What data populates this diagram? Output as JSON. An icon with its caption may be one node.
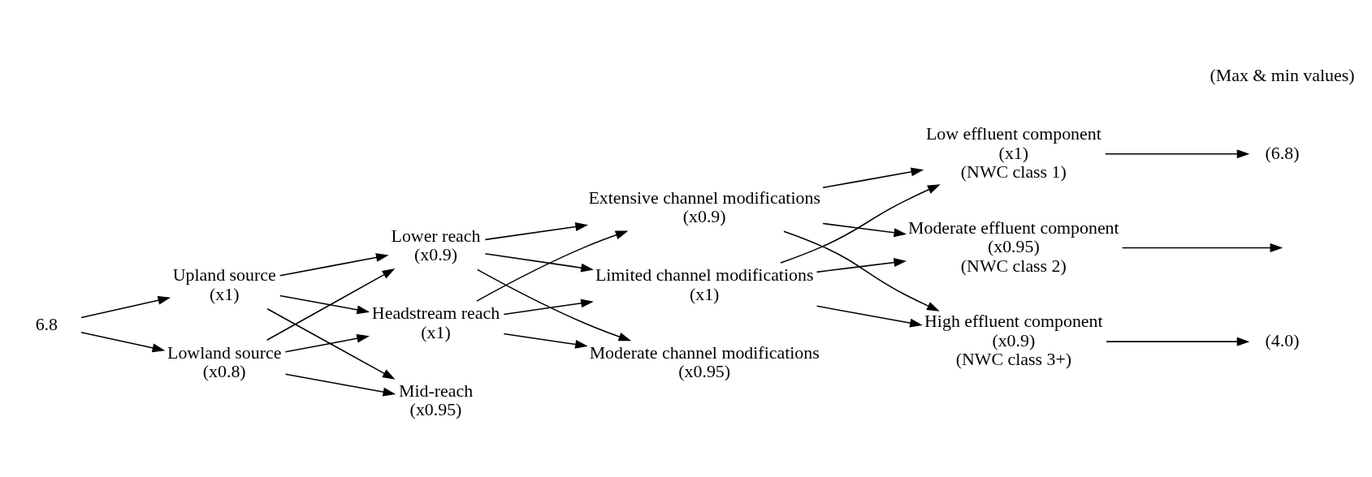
{
  "diagram": {
    "nodes": [
      {
        "text": [
          "6.8"
        ]
      },
      {
        "text": [
          "Upland source",
          "(x1)"
        ]
      },
      {
        "text": [
          "Lowland source",
          "(x0.8)"
        ]
      },
      {
        "text": [
          "Headstream reach",
          "(x1)"
        ]
      },
      {
        "text": [
          "Mid-reach",
          "(x0.95)"
        ]
      },
      {
        "text": [
          "Lower reach",
          "(x0.9)"
        ]
      },
      {
        "text": [
          "Limited channel modifications",
          "(x1)"
        ]
      },
      {
        "text": [
          "Moderate channel modifications",
          "(x0.95)"
        ]
      },
      {
        "text": [
          "Extensive channel modifications",
          "(x0.9)"
        ]
      },
      {
        "text": [
          "Low effluent component",
          "(x1)",
          "(NWC class 1)"
        ]
      },
      {
        "text": [
          "Moderate effluent component",
          "(x0.95)",
          "(NWC class 2)"
        ]
      },
      {
        "text": [
          "High effluent component",
          "(x0.9)",
          "(NWC class 3+)"
        ]
      },
      {
        "text": [
          "(6.8)"
        ]
      },
      {
        "text": [
          "(4.0)"
        ]
      }
    ],
    "edges": [
      {
        "from": 0,
        "to": 1,
        "arrow": "to"
      },
      {
        "from": 0,
        "to": 2,
        "arrow": "to"
      },
      {
        "from": 1,
        "to": 3,
        "arrow": "to"
      },
      {
        "from": 1,
        "to": 4,
        "arrow": "to"
      },
      {
        "from": 1,
        "to": 5,
        "arrow": "to"
      },
      {
        "from": 2,
        "to": 3,
        "arrow": "to"
      },
      {
        "from": 2,
        "to": 4,
        "arrow": "to"
      },
      {
        "from": 2,
        "to": 5,
        "arrow": "to"
      },
      {
        "from": 3,
        "to": 6,
        "arrow": "to"
      },
      {
        "from": 3,
        "to": 7,
        "arrow": "to"
      },
      {
        "from": 3,
        "to": 8,
        "arrow": "to"
      },
      {
        "from": 5,
        "to": 6,
        "arrow": "to"
      },
      {
        "from": 5,
        "to": 7,
        "arrow": "to"
      },
      {
        "from": 5,
        "to": 8,
        "arrow": "to"
      },
      {
        "from": 6,
        "to": 9,
        "arrow": "to"
      },
      {
        "from": 6,
        "to": 10,
        "arrow": "to"
      },
      {
        "from": 6,
        "to": 11,
        "arrow": "to"
      },
      {
        "from": 8,
        "to": 9,
        "arrow": "to"
      },
      {
        "from": 8,
        "to": 10,
        "arrow": "to"
      },
      {
        "from": 8,
        "to": 11,
        "arrow": "to"
      },
      {
        "from": 9,
        "to": 12,
        "arrow": "to"
      },
      {
        "from": 10,
        "to": null,
        "arrow": "to"
      },
      {
        "from": 11,
        "to": 13,
        "arrow": "to"
      }
    ],
    "labels": [
      "(Max & min values)"
    ]
  }
}
